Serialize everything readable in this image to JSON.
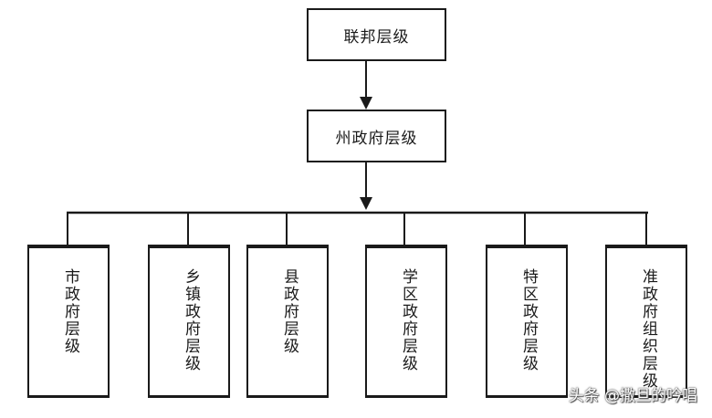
{
  "nodes": {
    "federal": "联邦层级",
    "state": "州政府层级",
    "children": [
      "市政府层级",
      "乡镇政府层级",
      "县政府层级",
      "学区政府层级",
      "特区政府层级",
      "准政府组织层级"
    ]
  },
  "watermark": "头条 @撒旦的吟唱",
  "colors": {
    "line": "#1a1a1a",
    "background": "#ffffff"
  }
}
